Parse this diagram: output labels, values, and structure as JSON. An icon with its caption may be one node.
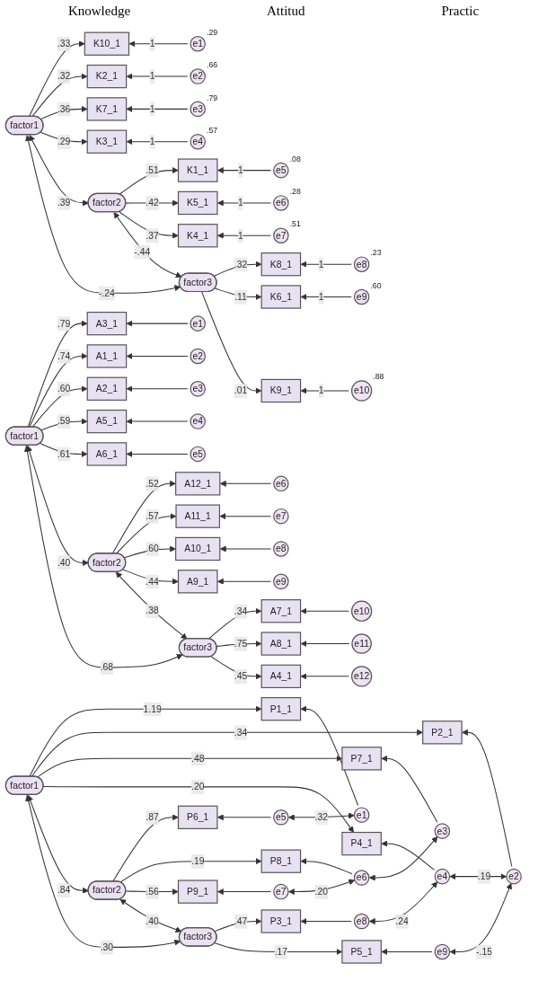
{
  "diagram": {
    "nodes": [
      {
        "text": [
          "factor1"
        ]
      },
      {
        "text": [
          "factor2"
        ]
      },
      {
        "text": [
          "factor3"
        ]
      },
      {
        "text": [
          "K10_1"
        ]
      },
      {
        "text": [
          "K2_1"
        ]
      },
      {
        "text": [
          "K7_1"
        ]
      },
      {
        "text": [
          "K3_1"
        ]
      },
      {
        "text": [
          "K1_1"
        ]
      },
      {
        "text": [
          "K5_1"
        ]
      },
      {
        "text": [
          "K4_1"
        ]
      },
      {
        "text": [
          "K8_1"
        ]
      },
      {
        "text": [
          "K6_1"
        ]
      },
      {
        "text": [
          "K9_1"
        ]
      },
      {
        "text": [
          "e1"
        ],
        "beside": [
          ".29"
        ]
      },
      {
        "text": [
          "e2"
        ],
        "beside": [
          ".66"
        ]
      },
      {
        "text": [
          "e3"
        ],
        "beside": [
          ".79"
        ]
      },
      {
        "text": [
          "e4"
        ],
        "beside": [
          ".57"
        ]
      },
      {
        "text": [
          "e5"
        ],
        "beside": [
          ".08"
        ]
      },
      {
        "text": [
          "e6"
        ],
        "beside": [
          ".28"
        ]
      },
      {
        "text": [
          "e7"
        ],
        "beside": [
          ".51"
        ]
      },
      {
        "text": [
          "e8"
        ],
        "beside": [
          ".23"
        ]
      },
      {
        "text": [
          "e9"
        ],
        "beside": [
          ".60"
        ]
      },
      {
        "text": [
          "e10"
        ],
        "beside": [
          ".88"
        ]
      },
      {
        "text": [
          "factor1"
        ]
      },
      {
        "text": [
          "factor2"
        ]
      },
      {
        "text": [
          "factor3"
        ]
      },
      {
        "text": [
          "A3_1"
        ]
      },
      {
        "text": [
          "A1_1"
        ]
      },
      {
        "text": [
          "A2_1"
        ]
      },
      {
        "text": [
          "A5_1"
        ]
      },
      {
        "text": [
          "A6_1"
        ]
      },
      {
        "text": [
          "A12_1"
        ]
      },
      {
        "text": [
          "A11_1"
        ]
      },
      {
        "text": [
          "A10_1"
        ]
      },
      {
        "text": [
          "A9_1"
        ]
      },
      {
        "text": [
          "A7_1"
        ]
      },
      {
        "text": [
          "A8_1"
        ]
      },
      {
        "text": [
          "A4_1"
        ]
      },
      {
        "text": [
          "e1"
        ]
      },
      {
        "text": [
          "e2"
        ]
      },
      {
        "text": [
          "e3"
        ]
      },
      {
        "text": [
          "e4"
        ]
      },
      {
        "text": [
          "e5"
        ]
      },
      {
        "text": [
          "e6"
        ]
      },
      {
        "text": [
          "e7"
        ]
      },
      {
        "text": [
          "e8"
        ]
      },
      {
        "text": [
          "e9"
        ]
      },
      {
        "text": [
          "e10"
        ]
      },
      {
        "text": [
          "e11"
        ]
      },
      {
        "text": [
          "e12"
        ]
      },
      {
        "text": [
          "factor1"
        ]
      },
      {
        "text": [
          "factor2"
        ]
      },
      {
        "text": [
          "factor3"
        ]
      },
      {
        "text": [
          "P1_1"
        ]
      },
      {
        "text": [
          "P2_1"
        ]
      },
      {
        "text": [
          "P7_1"
        ]
      },
      {
        "text": [
          "P4_1"
        ]
      },
      {
        "text": [
          "P6_1"
        ]
      },
      {
        "text": [
          "P8_1"
        ]
      },
      {
        "text": [
          "P9_1"
        ]
      },
      {
        "text": [
          "P3_1"
        ]
      },
      {
        "text": [
          "P5_1"
        ]
      },
      {
        "text": [
          "e1"
        ]
      },
      {
        "text": [
          "e2"
        ]
      },
      {
        "text": [
          "e3"
        ]
      },
      {
        "text": [
          "e4"
        ]
      },
      {
        "text": [
          "e5"
        ]
      },
      {
        "text": [
          "e6"
        ]
      },
      {
        "text": [
          "e7"
        ]
      },
      {
        "text": [
          "e8"
        ]
      },
      {
        "text": [
          "e9"
        ]
      }
    ],
    "edges": [
      {
        "from": 0,
        "to": 3,
        "arrow": "to",
        "label": ".33"
      },
      {
        "from": 0,
        "to": 4,
        "arrow": "to",
        "label": ".32"
      },
      {
        "from": 0,
        "to": 5,
        "arrow": "to",
        "label": ".36"
      },
      {
        "from": 0,
        "to": 6,
        "arrow": "to",
        "label": ".29"
      },
      {
        "from": 1,
        "to": 7,
        "arrow": "to",
        "label": ".51"
      },
      {
        "from": 1,
        "to": 8,
        "arrow": "to",
        "label": ".42"
      },
      {
        "from": 1,
        "to": 9,
        "arrow": "to",
        "label": ".37"
      },
      {
        "from": 2,
        "to": 10,
        "arrow": "to",
        "label": ".32"
      },
      {
        "from": 2,
        "to": 11,
        "arrow": "to",
        "label": ".11"
      },
      {
        "from": 2,
        "to": 12,
        "arrow": "to",
        "label": ".01"
      },
      {
        "from": 13,
        "to": 3,
        "arrow": "to",
        "label": "1"
      },
      {
        "from": 14,
        "to": 4,
        "arrow": "to",
        "label": "1"
      },
      {
        "from": 15,
        "to": 5,
        "arrow": "to",
        "label": "1"
      },
      {
        "from": 16,
        "to": 6,
        "arrow": "to",
        "label": "1"
      },
      {
        "from": 17,
        "to": 7,
        "arrow": "to",
        "label": "1"
      },
      {
        "from": 18,
        "to": 8,
        "arrow": "to",
        "label": "1"
      },
      {
        "from": 19,
        "to": 9,
        "arrow": "to",
        "label": "1"
      },
      {
        "from": 20,
        "to": 10,
        "arrow": "to",
        "label": "1"
      },
      {
        "from": 21,
        "to": 11,
        "arrow": "to",
        "label": "1"
      },
      {
        "from": 22,
        "to": 12,
        "arrow": "to",
        "label": "1"
      },
      {
        "from": 0,
        "to": 1,
        "arrow": "both",
        "label": ".39"
      },
      {
        "from": 1,
        "to": 2,
        "arrow": "both",
        "label": "-.44"
      },
      {
        "from": 0,
        "to": 2,
        "arrow": "both",
        "label": "-.24"
      },
      {
        "from": 23,
        "to": 26,
        "arrow": "to",
        "label": ".79"
      },
      {
        "from": 23,
        "to": 27,
        "arrow": "to",
        "label": ".74"
      },
      {
        "from": 23,
        "to": 28,
        "arrow": "to",
        "label": ".60"
      },
      {
        "from": 23,
        "to": 29,
        "arrow": "to",
        "label": ".59"
      },
      {
        "from": 23,
        "to": 30,
        "arrow": "to",
        "label": ".61"
      },
      {
        "from": 24,
        "to": 31,
        "arrow": "to",
        "label": ".52"
      },
      {
        "from": 24,
        "to": 32,
        "arrow": "to",
        "label": ".57"
      },
      {
        "from": 24,
        "to": 33,
        "arrow": "to",
        "label": ".60"
      },
      {
        "from": 24,
        "to": 34,
        "arrow": "to",
        "label": ".44"
      },
      {
        "from": 25,
        "to": 35,
        "arrow": "to",
        "label": ".34"
      },
      {
        "from": 25,
        "to": 36,
        "arrow": "to",
        "label": ".75"
      },
      {
        "from": 25,
        "to": 37,
        "arrow": "to",
        "label": ".45"
      },
      {
        "from": 38,
        "to": 26,
        "arrow": "to"
      },
      {
        "from": 39,
        "to": 27,
        "arrow": "to"
      },
      {
        "from": 40,
        "to": 28,
        "arrow": "to"
      },
      {
        "from": 41,
        "to": 29,
        "arrow": "to"
      },
      {
        "from": 42,
        "to": 30,
        "arrow": "to"
      },
      {
        "from": 43,
        "to": 31,
        "arrow": "to"
      },
      {
        "from": 44,
        "to": 32,
        "arrow": "to"
      },
      {
        "from": 45,
        "to": 33,
        "arrow": "to"
      },
      {
        "from": 46,
        "to": 34,
        "arrow": "to"
      },
      {
        "from": 47,
        "to": 35,
        "arrow": "to"
      },
      {
        "from": 48,
        "to": 36,
        "arrow": "to"
      },
      {
        "from": 49,
        "to": 37,
        "arrow": "to"
      },
      {
        "from": 23,
        "to": 24,
        "arrow": "both",
        "label": ".40"
      },
      {
        "from": 24,
        "to": 25,
        "arrow": "both",
        "label": ".38"
      },
      {
        "from": 23,
        "to": 25,
        "arrow": "both",
        "label": ".68"
      },
      {
        "from": 50,
        "to": 53,
        "arrow": "to",
        "label": "1.19"
      },
      {
        "from": 50,
        "to": 54,
        "arrow": "to",
        "label": ".34"
      },
      {
        "from": 50,
        "to": 55,
        "arrow": "to",
        "label": ".48"
      },
      {
        "from": 50,
        "to": 56,
        "arrow": "to",
        "label": ".20"
      },
      {
        "from": 51,
        "to": 57,
        "arrow": "to",
        "label": ".87"
      },
      {
        "from": 51,
        "to": 58,
        "arrow": "to",
        "label": ".19"
      },
      {
        "from": 51,
        "to": 59,
        "arrow": "to",
        "label": ".56"
      },
      {
        "from": 52,
        "to": 60,
        "arrow": "to",
        "label": ".47"
      },
      {
        "from": 52,
        "to": 61,
        "arrow": "to",
        "label": ".17"
      },
      {
        "from": 62,
        "to": 53,
        "arrow": "to"
      },
      {
        "from": 63,
        "to": 54,
        "arrow": "to"
      },
      {
        "from": 64,
        "to": 55,
        "arrow": "to"
      },
      {
        "from": 65,
        "to": 56,
        "arrow": "to"
      },
      {
        "from": 66,
        "to": 57,
        "arrow": "to"
      },
      {
        "from": 67,
        "to": 58,
        "arrow": "to"
      },
      {
        "from": 68,
        "to": 59,
        "arrow": "to"
      },
      {
        "from": 69,
        "to": 60,
        "arrow": "to"
      },
      {
        "from": 70,
        "to": 61,
        "arrow": "to"
      },
      {
        "from": 50,
        "to": 51,
        "arrow": "both",
        "label": ".84"
      },
      {
        "from": 51,
        "to": 52,
        "arrow": "both",
        "label": ".40"
      },
      {
        "from": 50,
        "to": 52,
        "arrow": "both",
        "label": ".30"
      },
      {
        "from": 63,
        "to": 65,
        "arrow": "both",
        "label": ".19"
      },
      {
        "from": 62,
        "to": 66,
        "arrow": "both",
        "label": ".32"
      },
      {
        "from": 64,
        "to": 67,
        "arrow": "both"
      },
      {
        "from": 67,
        "to": 68,
        "arrow": "both",
        "label": ".20"
      },
      {
        "from": 65,
        "to": 69,
        "arrow": "both",
        "label": ".24"
      },
      {
        "from": 63,
        "to": 70,
        "arrow": "both",
        "label": "-.15"
      }
    ],
    "labels": [
      "Knowledge",
      "Attitud",
      "Practic"
    ]
  }
}
